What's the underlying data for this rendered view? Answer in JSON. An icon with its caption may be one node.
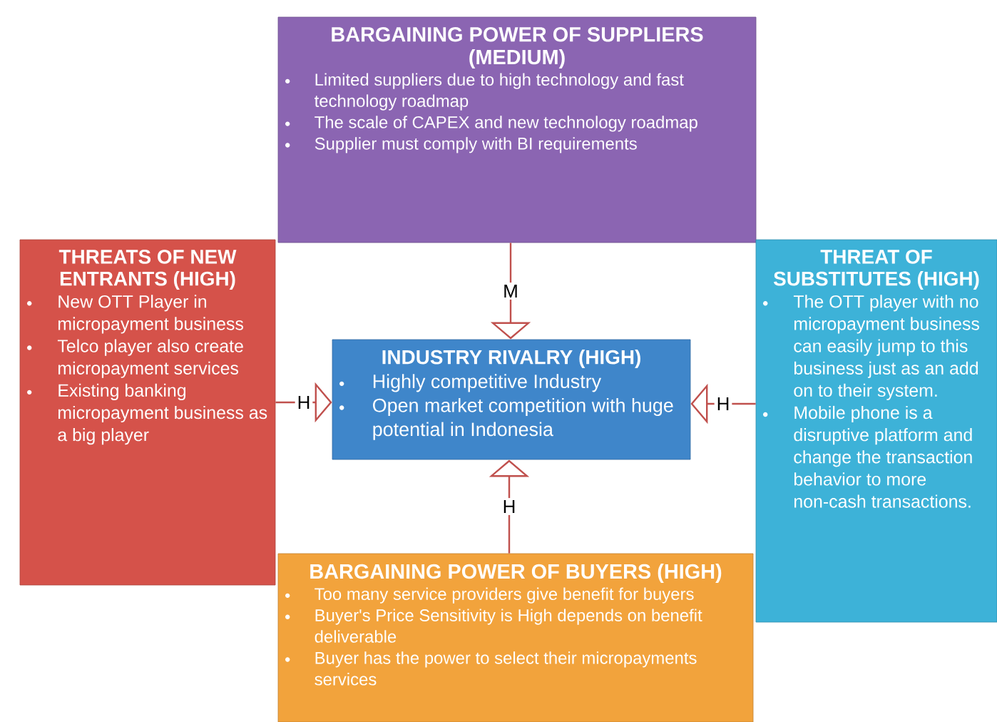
{
  "diagram": {
    "nodes": [
      {
        "text": [
          "BARGAINING POWER OF SUPPLIERS (MEDIUM)",
          "Limited suppliers due to high technology and fast technology roadmap",
          "The scale of CAPEX and new technology roadmap",
          "Supplier must comply with BI requirements"
        ]
      },
      {
        "text": [
          "THREATS OF NEW ENTRANTS (HIGH)",
          "New OTT Player in micropayment business",
          "Telco player also create micropayment services",
          "Existing banking micropayment business as a big player"
        ]
      },
      {
        "text": [
          "INDUSTRY RIVALRY (HIGH)",
          "Highly competitive Industry",
          "Open market competition with huge potential in Indonesia"
        ]
      },
      {
        "text": [
          "THREAT OF SUBSTITUTES (HIGH)",
          "The OTT player with no micropayment business can easily jump to this business just as an add on to their system.",
          "Mobile phone is a disruptive platform and change the transaction behavior to more non-cash transactions."
        ]
      },
      {
        "text": [
          "BARGAINING POWER OF BUYERS (HIGH)",
          "Too many service providers give benefit for buyers",
          "Buyer's Price Sensitivity is High depends on benefit deliverable",
          "Buyer has the power to select their micropayments services"
        ]
      }
    ],
    "edges": [
      {
        "from": 0,
        "to": 2,
        "arrow": "to",
        "label": "M"
      },
      {
        "from": 1,
        "to": 2,
        "arrow": "to",
        "label": "H"
      },
      {
        "from": 3,
        "to": 2,
        "arrow": "to",
        "label": "H"
      },
      {
        "from": 4,
        "to": 2,
        "arrow": "to",
        "label": "H"
      }
    ]
  }
}
